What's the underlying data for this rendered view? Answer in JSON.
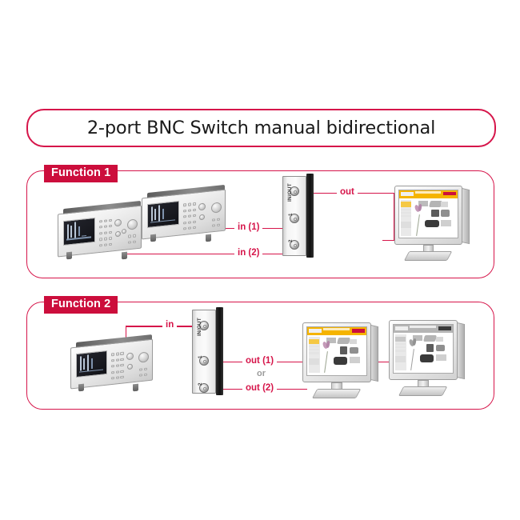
{
  "title": {
    "text": "2-port BNC Switch manual bidirectional"
  },
  "colors": {
    "accent_red": "#d6154a",
    "badge_red": "#cc0e3c",
    "or_gray": "#9b9b9b",
    "page_header_yellow": "#f5b400",
    "background": "#ffffff"
  },
  "function1": {
    "badge_label": "Function 1",
    "switch": {
      "port_label": "IN/OUT",
      "connector_1_label": "1",
      "connector_2_label": "2"
    },
    "connection_labels": {
      "input_1": "in (1)",
      "input_2": "in (2)",
      "output": "out"
    },
    "devices": {
      "scope_1_name": "oscilloscope",
      "scope_2_name": "oscilloscope",
      "monitor_name": "monitor"
    }
  },
  "function2": {
    "badge_label": "Function 2",
    "switch": {
      "port_label": "IN/OUT",
      "connector_1_label": "1",
      "connector_2_label": "2"
    },
    "connection_labels": {
      "input": "in",
      "output_1": "out (1)",
      "or": "or",
      "output_2": "out (2)"
    },
    "devices": {
      "scope_1_name": "oscilloscope",
      "monitor_1_name": "monitor",
      "monitor_2_name": "monitor"
    }
  }
}
